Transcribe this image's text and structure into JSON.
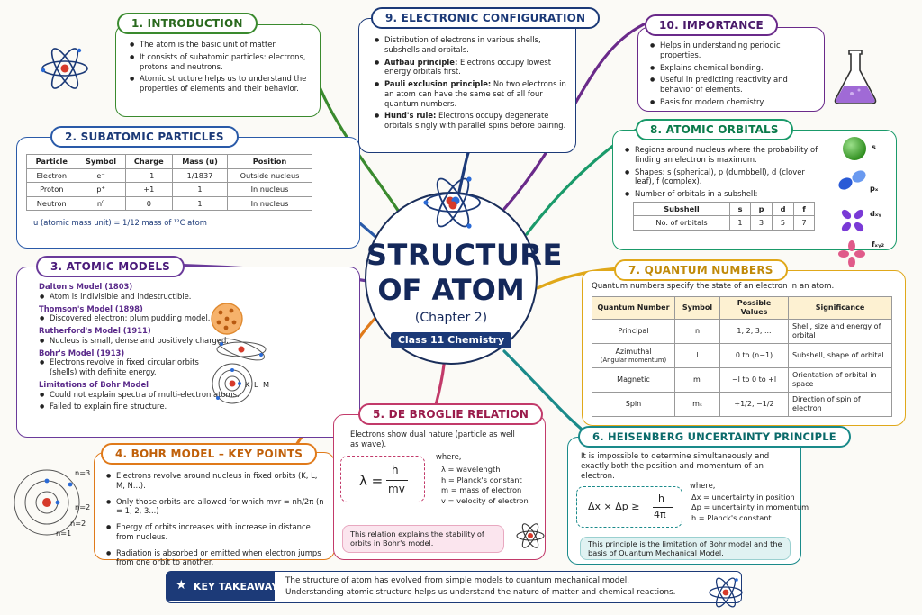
{
  "center": {
    "title_line1": "STRUCTURE",
    "title_line2": "OF ATOM",
    "chapter": "(Chapter 2)",
    "class_label": "Class 11 Chemistry"
  },
  "s1": {
    "title": "1. INTRODUCTION",
    "color": "#3a8a2e",
    "items": [
      "The atom is the basic unit of matter.",
      "It consists of subatomic particles: electrons, protons and neutrons.",
      "Atomic structure helps us to understand the properties of elements and their behavior."
    ]
  },
  "s2": {
    "title": "2. SUBATOMIC PARTICLES",
    "color": "#2a5aa8",
    "headers": [
      "Particle",
      "Symbol",
      "Charge",
      "Mass (u)",
      "Position"
    ],
    "rows": [
      [
        "Electron",
        "e⁻",
        "−1",
        "1/1837",
        "Outside nucleus"
      ],
      [
        "Proton",
        "p⁺",
        "+1",
        "1",
        "In nucleus"
      ],
      [
        "Neutron",
        "n⁰",
        "0",
        "1",
        "In nucleus"
      ]
    ],
    "note": "u (atomic mass unit) = 1/12 mass of ¹²C atom"
  },
  "s3": {
    "title": "3. ATOMIC MODELS",
    "color": "#6a3a9a",
    "models": [
      {
        "name": "Dalton's Model (1803)",
        "point": "Atom is indivisible and indestructible."
      },
      {
        "name": "Thomson's Model (1898)",
        "point": "Discovered electron; plum pudding model."
      },
      {
        "name": "Rutherford's Model (1911)",
        "point": "Nucleus is small, dense and positively charged."
      },
      {
        "name": "Bohr's Model (1913)",
        "point": "Electrons revolve in fixed circular orbits (shells) with definite energy."
      }
    ],
    "limitations_title": "Limitations of Bohr Model",
    "limitations": [
      "Could not explain spectra of multi-electron atoms.",
      "Failed to explain fine structure."
    ],
    "shell_labels": [
      "K",
      "L",
      "M"
    ]
  },
  "s4": {
    "title": "4. BOHR MODEL – KEY POINTS",
    "color": "#e07a1a",
    "items": [
      "Electrons revolve around nucleus in fixed orbits (K, L, M, N...).",
      "Only those orbits are allowed for which mvr = nh/2π (n = 1, 2, 3...)",
      "Energy of orbits increases with increase in distance from nucleus.",
      "Radiation is absorbed or emitted when electron jumps from one orbit to another."
    ],
    "orbit_labels": [
      "n=3",
      "n=2",
      "n=2",
      "n=1"
    ]
  },
  "s5": {
    "title": "5. DE BROGLIE RELATION",
    "color": "#c23a6a",
    "intro": "Electrons show dual nature (particle as well as wave).",
    "formula_lhs": "λ =",
    "formula_num": "h",
    "formula_den": "mv",
    "where": "where,",
    "defs": [
      "λ = wavelength",
      "h = Planck's constant",
      "m = mass of electron",
      "v = velocity of electron"
    ],
    "note": "This relation explains the stability of orbits in Bohr's model."
  },
  "s6": {
    "title": "6. HEISENBERG UNCERTAINTY PRINCIPLE",
    "color": "#1a8a8a",
    "intro": "It is impossible to determine simultaneously and exactly both the position and momentum of an electron.",
    "formula_lhs": "Δx × Δp ≥",
    "formula_num": "h",
    "formula_den": "4π",
    "where": "where,",
    "defs": [
      "Δx = uncertainty in position",
      "Δp = uncertainty in momentum",
      "h = Planck's constant"
    ],
    "note": "This principle is the limitation of Bohr model and the basis of Quantum Mechanical Model."
  },
  "s7": {
    "title": "7. QUANTUM NUMBERS",
    "color": "#e0a81a",
    "intro": "Quantum numbers specify the state of an electron in an atom.",
    "headers": [
      "Quantum Number",
      "Symbol",
      "Possible Values",
      "Significance"
    ],
    "rows": [
      {
        "name": "Principal",
        "sub": "",
        "symbol": "n",
        "values": "1, 2, 3, ...",
        "sig": "Shell, size and energy of orbital"
      },
      {
        "name": "Azimuthal",
        "sub": "(Angular momentum)",
        "symbol": "l",
        "values": "0 to (n−1)",
        "sig": "Subshell, shape of orbital"
      },
      {
        "name": "Magnetic",
        "sub": "",
        "symbol": "mₗ",
        "values": "−l to 0 to +l",
        "sig": "Orientation of orbital in space"
      },
      {
        "name": "Spin",
        "sub": "",
        "symbol": "mₛ",
        "values": "+1/2, −1/2",
        "sig": "Direction of spin of electron"
      }
    ]
  },
  "s8": {
    "title": "8. ATOMIC ORBITALS",
    "color": "#1a9a6a",
    "items": [
      "Regions around nucleus where the probability of finding an electron is maximum.",
      "Shapes: s (spherical), p (dumbbell), d (clover leaf), f (complex).",
      "Number of orbitals in a subshell:"
    ],
    "headers": [
      "Subshell",
      "s",
      "p",
      "d",
      "f"
    ],
    "row": [
      "No. of orbitals",
      "1",
      "3",
      "5",
      "7"
    ],
    "orbital_labels": [
      "s",
      "pₓ",
      "dₓᵧ",
      "fₓᵧ₂"
    ]
  },
  "s9": {
    "title": "9. ELECTRONIC CONFIGURATION",
    "color": "#1c3a78",
    "items": [
      {
        "bold": "",
        "text": "Distribution of electrons in various shells, subshells and orbitals."
      },
      {
        "bold": "Aufbau principle:",
        "text": " Electrons occupy lowest energy orbitals first."
      },
      {
        "bold": "Pauli exclusion principle:",
        "text": " No two electrons in an atom can have the same set of all four quantum numbers."
      },
      {
        "bold": "Hund's rule:",
        "text": " Electrons occupy degenerate orbitals singly with parallel spins before pairing."
      }
    ]
  },
  "s10": {
    "title": "10. IMPORTANCE",
    "color": "#6a2a8a",
    "items": [
      "Helps in understanding periodic properties.",
      "Explains chemical bonding.",
      "Useful in predicting reactivity and behavior of elements.",
      "Basis for modern chemistry."
    ]
  },
  "takeaway": {
    "label": "KEY TAKEAWAY",
    "line1": "The structure of atom has evolved from simple models to quantum mechanical model.",
    "line2": "Understanding atomic structure helps us understand the nature of matter and chemical reactions.",
    "color": "#1c3a78"
  }
}
